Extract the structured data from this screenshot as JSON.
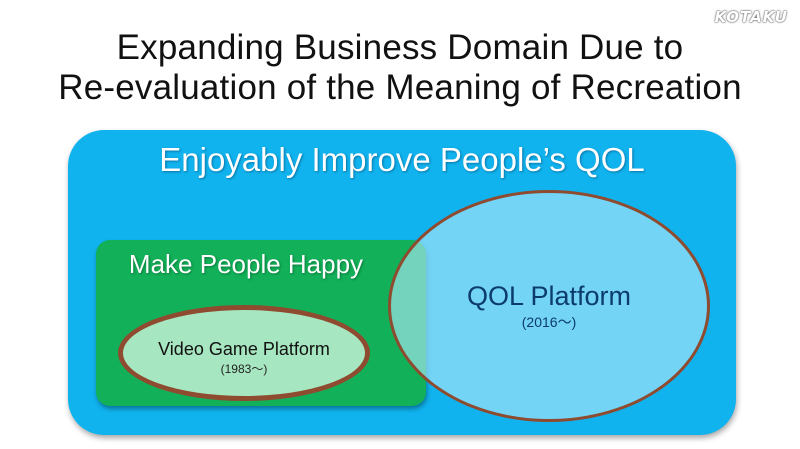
{
  "title": {
    "line1": "Expanding Business Domain Due to",
    "line2": "Re-evaluation of the Meaning of Recreation"
  },
  "watermark": "KOTAKU",
  "diagram": {
    "outer": {
      "label": "Enjoyably Improve People’s QOL",
      "color": "#10b3ee"
    },
    "make_people_happy": {
      "label": "Make People Happy",
      "color": "#12b159"
    },
    "video_game_platform": {
      "label": "Video Game Platform",
      "years": "(1983〜)",
      "fill": "#a6e6c0",
      "border": "#8e4b2f"
    },
    "qol_platform": {
      "label": "QOL Platform",
      "years": "(2016〜)",
      "fill": "#b0e8fa",
      "border": "#8e4b2f"
    }
  }
}
